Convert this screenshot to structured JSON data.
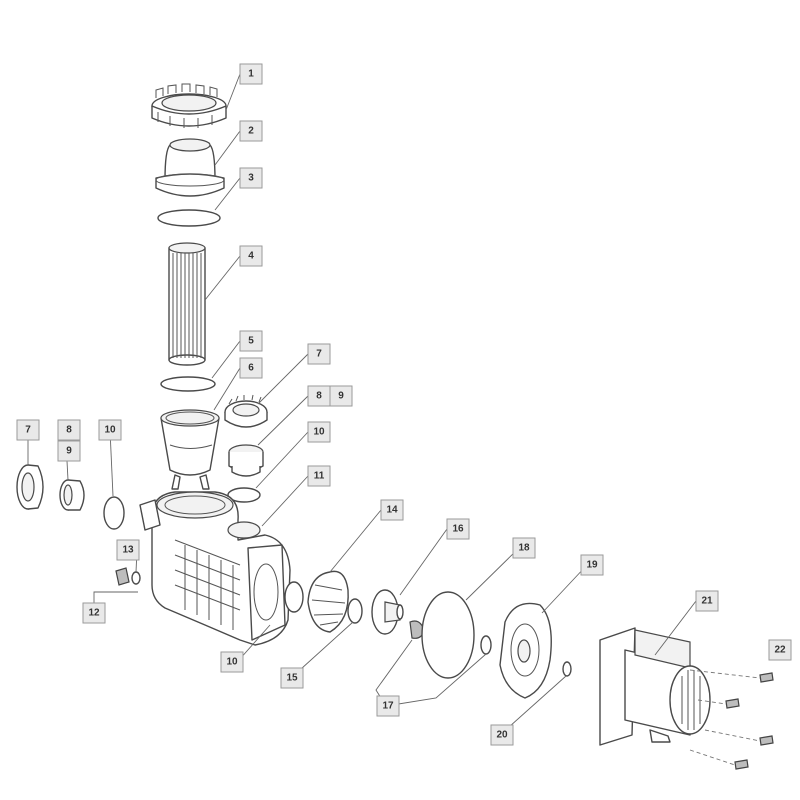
{
  "diagram": {
    "labels": {
      "l1": "1",
      "l2": "2",
      "l3": "3",
      "l4": "4",
      "l5": "5",
      "l6": "6",
      "l7a": "7",
      "l7b": "7",
      "l8a": "8",
      "l8b": "8",
      "l9a": "9",
      "l9b": "9",
      "l10a": "10",
      "l10b": "10",
      "l10c": "10",
      "l11": "11",
      "l12": "12",
      "l13": "13",
      "l14": "14",
      "l15": "15",
      "l16": "16",
      "l17": "17",
      "l18": "18",
      "l19": "19",
      "l20": "20",
      "l21": "21",
      "l22": "22"
    }
  }
}
